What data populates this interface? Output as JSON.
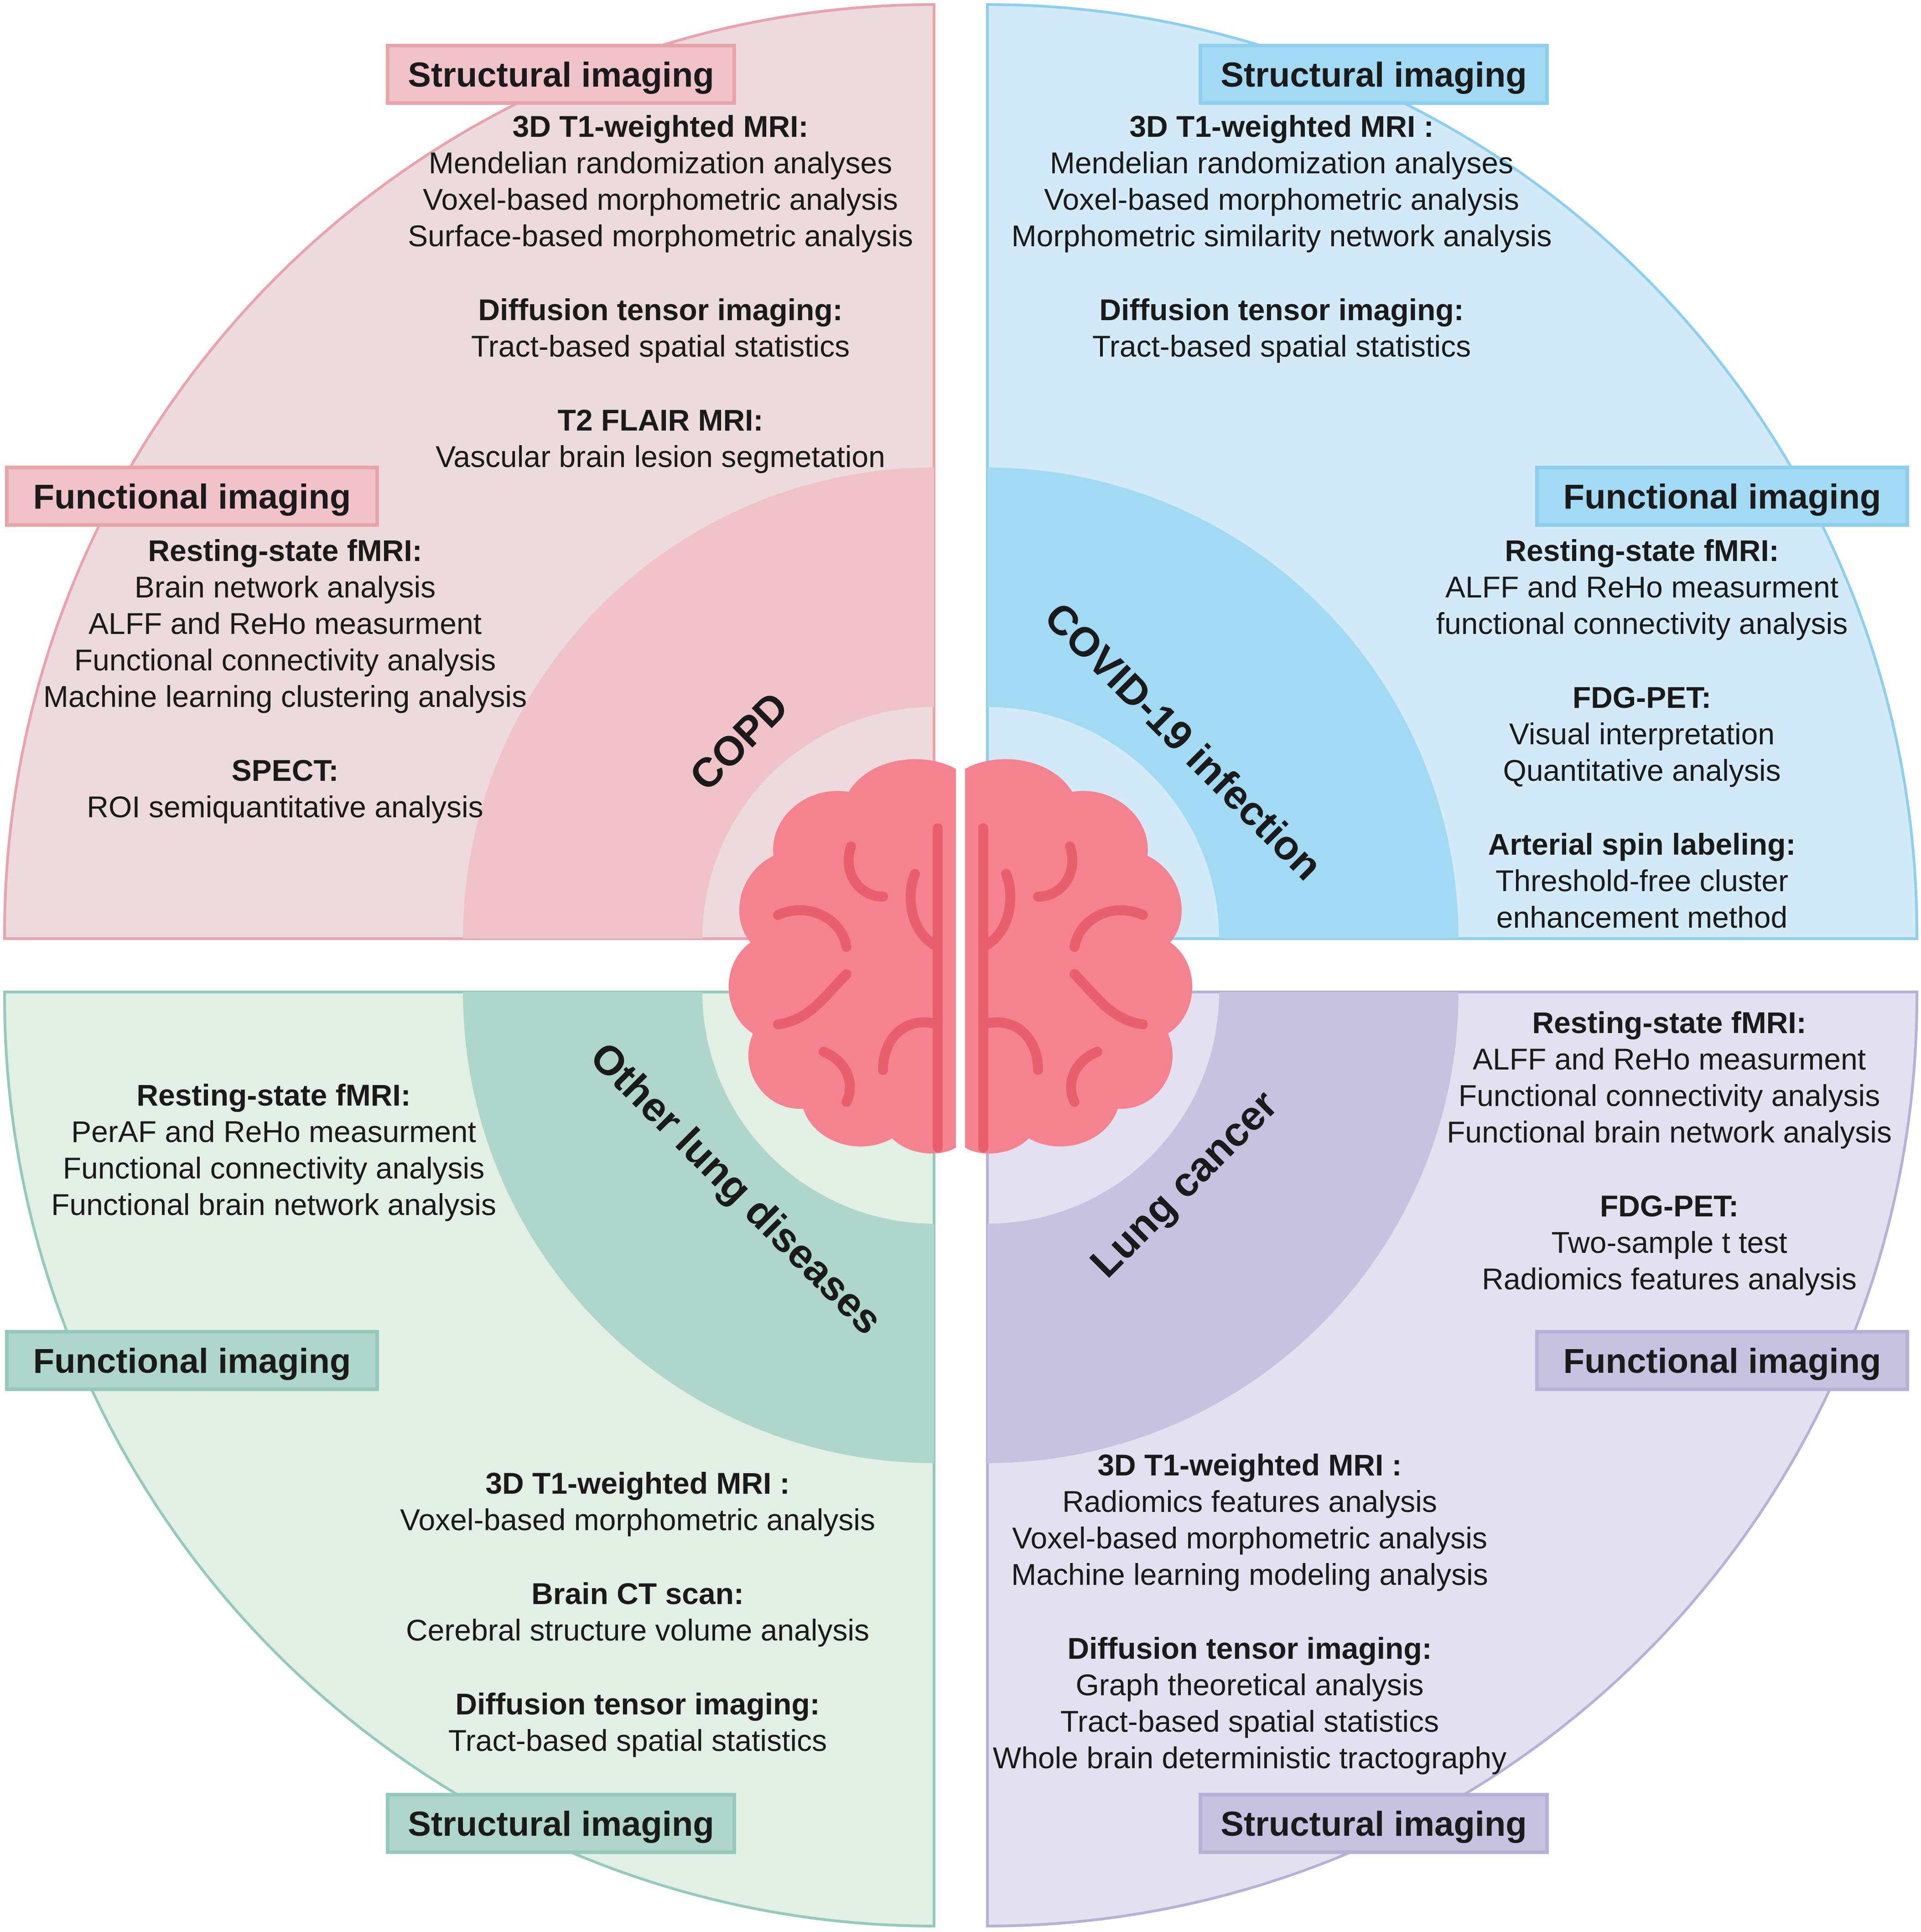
{
  "center_icon": "brain-icon",
  "colors": {
    "copd_outer": "#ecdadd",
    "copd_inner": "#f0c3c9",
    "copd_border": "#e8a3ad",
    "covid_outer": "#d3ebf8",
    "covid_inner": "#a2d9f3",
    "covid_border": "#8dcfee",
    "other_outer": "#e1efe5",
    "other_inner": "#aed6cb",
    "other_border": "#95c9bc",
    "lung_outer": "#e3e1ef",
    "lung_inner": "#c6c2e0",
    "lung_border": "#b6b1d6",
    "brain": "#f4838f",
    "brain_lines": "#e85f6e"
  },
  "quadrants": {
    "copd": {
      "name": "COPD",
      "structural_label": "Structural imaging",
      "functional_label": "Functional imaging",
      "structural_groups": [
        {
          "heading": "3D T1-weighted MRI:",
          "items": [
            "Mendelian randomization analyses",
            "Voxel-based morphometric analysis",
            "Surface-based morphometric analysis"
          ]
        },
        {
          "heading": "Diffusion tensor imaging:",
          "items": [
            "Tract-based spatial statistics"
          ]
        },
        {
          "heading": "T2 FLAIR MRI:",
          "items": [
            "Vascular brain lesion segmetation"
          ]
        }
      ],
      "functional_groups": [
        {
          "heading": "Resting-state fMRI:",
          "items": [
            "Brain network analysis",
            "ALFF and ReHo measurment",
            "Functional connectivity analysis",
            "Machine learning clustering analysis"
          ]
        },
        {
          "heading": "SPECT:",
          "items": [
            "ROI semiquantitative analysis"
          ]
        }
      ]
    },
    "covid": {
      "name": "COVID-19 infection",
      "structural_label": "Structural imaging",
      "functional_label": "Functional imaging",
      "structural_groups": [
        {
          "heading": "3D T1-weighted MRI :",
          "items": [
            "Mendelian randomization analyses",
            "Voxel-based morphometric analysis",
            "Morphometric similarity network analysis"
          ]
        },
        {
          "heading": "Diffusion tensor imaging:",
          "items": [
            "Tract-based spatial statistics"
          ]
        }
      ],
      "functional_groups": [
        {
          "heading": "Resting-state fMRI:",
          "items": [
            "ALFF and ReHo measurment",
            "functional connectivity analysis"
          ]
        },
        {
          "heading": "FDG-PET:",
          "items": [
            "Visual interpretation",
            "Quantitative analysis"
          ]
        },
        {
          "heading": "Arterial spin labeling:",
          "items": [
            "Threshold-free cluster",
            "enhancement method"
          ]
        }
      ]
    },
    "other": {
      "name": "Other lung diseases",
      "structural_label": "Structural imaging",
      "functional_label": "Functional imaging",
      "functional_groups": [
        {
          "heading": "Resting-state fMRI:",
          "items": [
            "PerAF and ReHo measurment",
            "Functional connectivity analysis",
            "Functional brain network analysis"
          ]
        }
      ],
      "structural_groups": [
        {
          "heading": "3D T1-weighted MRI :",
          "items": [
            "Voxel-based morphometric analysis"
          ]
        },
        {
          "heading": "Brain CT scan:",
          "items": [
            "Cerebral structure volume analysis"
          ]
        },
        {
          "heading": "Diffusion tensor imaging:",
          "items": [
            "Tract-based spatial statistics"
          ]
        }
      ]
    },
    "lung": {
      "name": "Lung cancer",
      "structural_label": "Structural imaging",
      "functional_label": "Functional imaging",
      "functional_groups": [
        {
          "heading": "Resting-state fMRI:",
          "items": [
            "ALFF and ReHo measurment",
            "Functional connectivity analysis",
            "Functional brain network analysis"
          ]
        },
        {
          "heading": "FDG-PET:",
          "items": [
            "Two-sample t test",
            "Radiomics features analysis"
          ]
        }
      ],
      "structural_groups": [
        {
          "heading": "3D T1-weighted MRI :",
          "items": [
            "Radiomics features analysis",
            "Voxel-based morphometric analysis",
            "Machine learning modeling analysis"
          ]
        },
        {
          "heading": "Diffusion tensor imaging:",
          "items": [
            "Graph theoretical analysis",
            "Tract-based spatial statistics",
            "Whole brain deterministic tractography"
          ]
        }
      ]
    }
  }
}
